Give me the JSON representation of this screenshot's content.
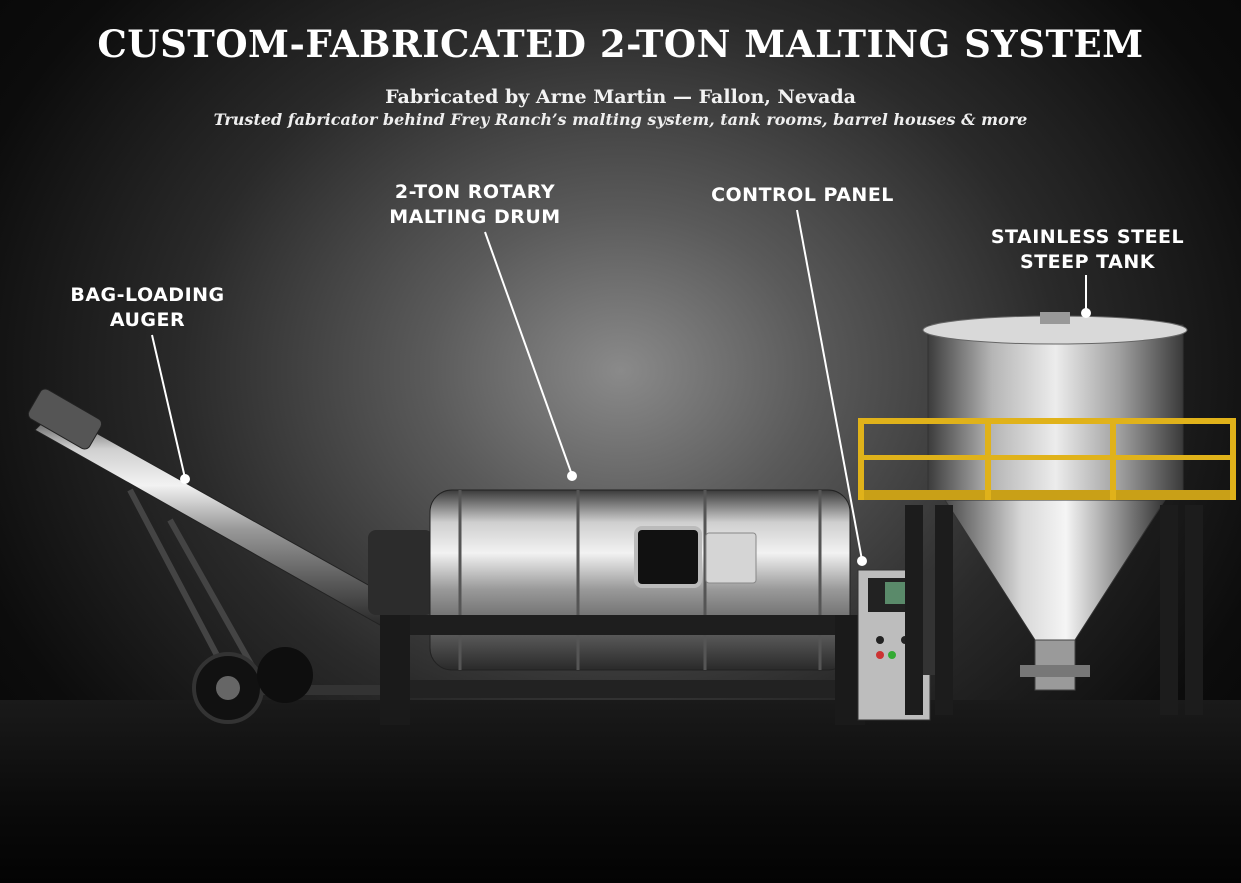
{
  "header": {
    "title": "CUSTOM-FABRICATED 2-TON MALTING SYSTEM",
    "subtitle": "Fabricated by Arne Martin — Fallon, Nevada",
    "tagline": "Trusted fabricator behind Frey Ranch’s malting system, tank rooms, barrel houses & more"
  },
  "callouts": {
    "auger": {
      "line1": "BAG-LOADING",
      "line2": "AUGER"
    },
    "drum": {
      "line1": "2-TON ROTARY",
      "line2": "MALTING DRUM"
    },
    "panel": {
      "line1": "CONTROL PANEL"
    },
    "tank": {
      "line1": "STAINLESS STEEL",
      "line2": "STEEP TANK"
    }
  },
  "colors": {
    "background": "#0c0c0c",
    "steel": "#9a9a9a",
    "railing": "#e0b21a",
    "text": "#ffffff"
  }
}
